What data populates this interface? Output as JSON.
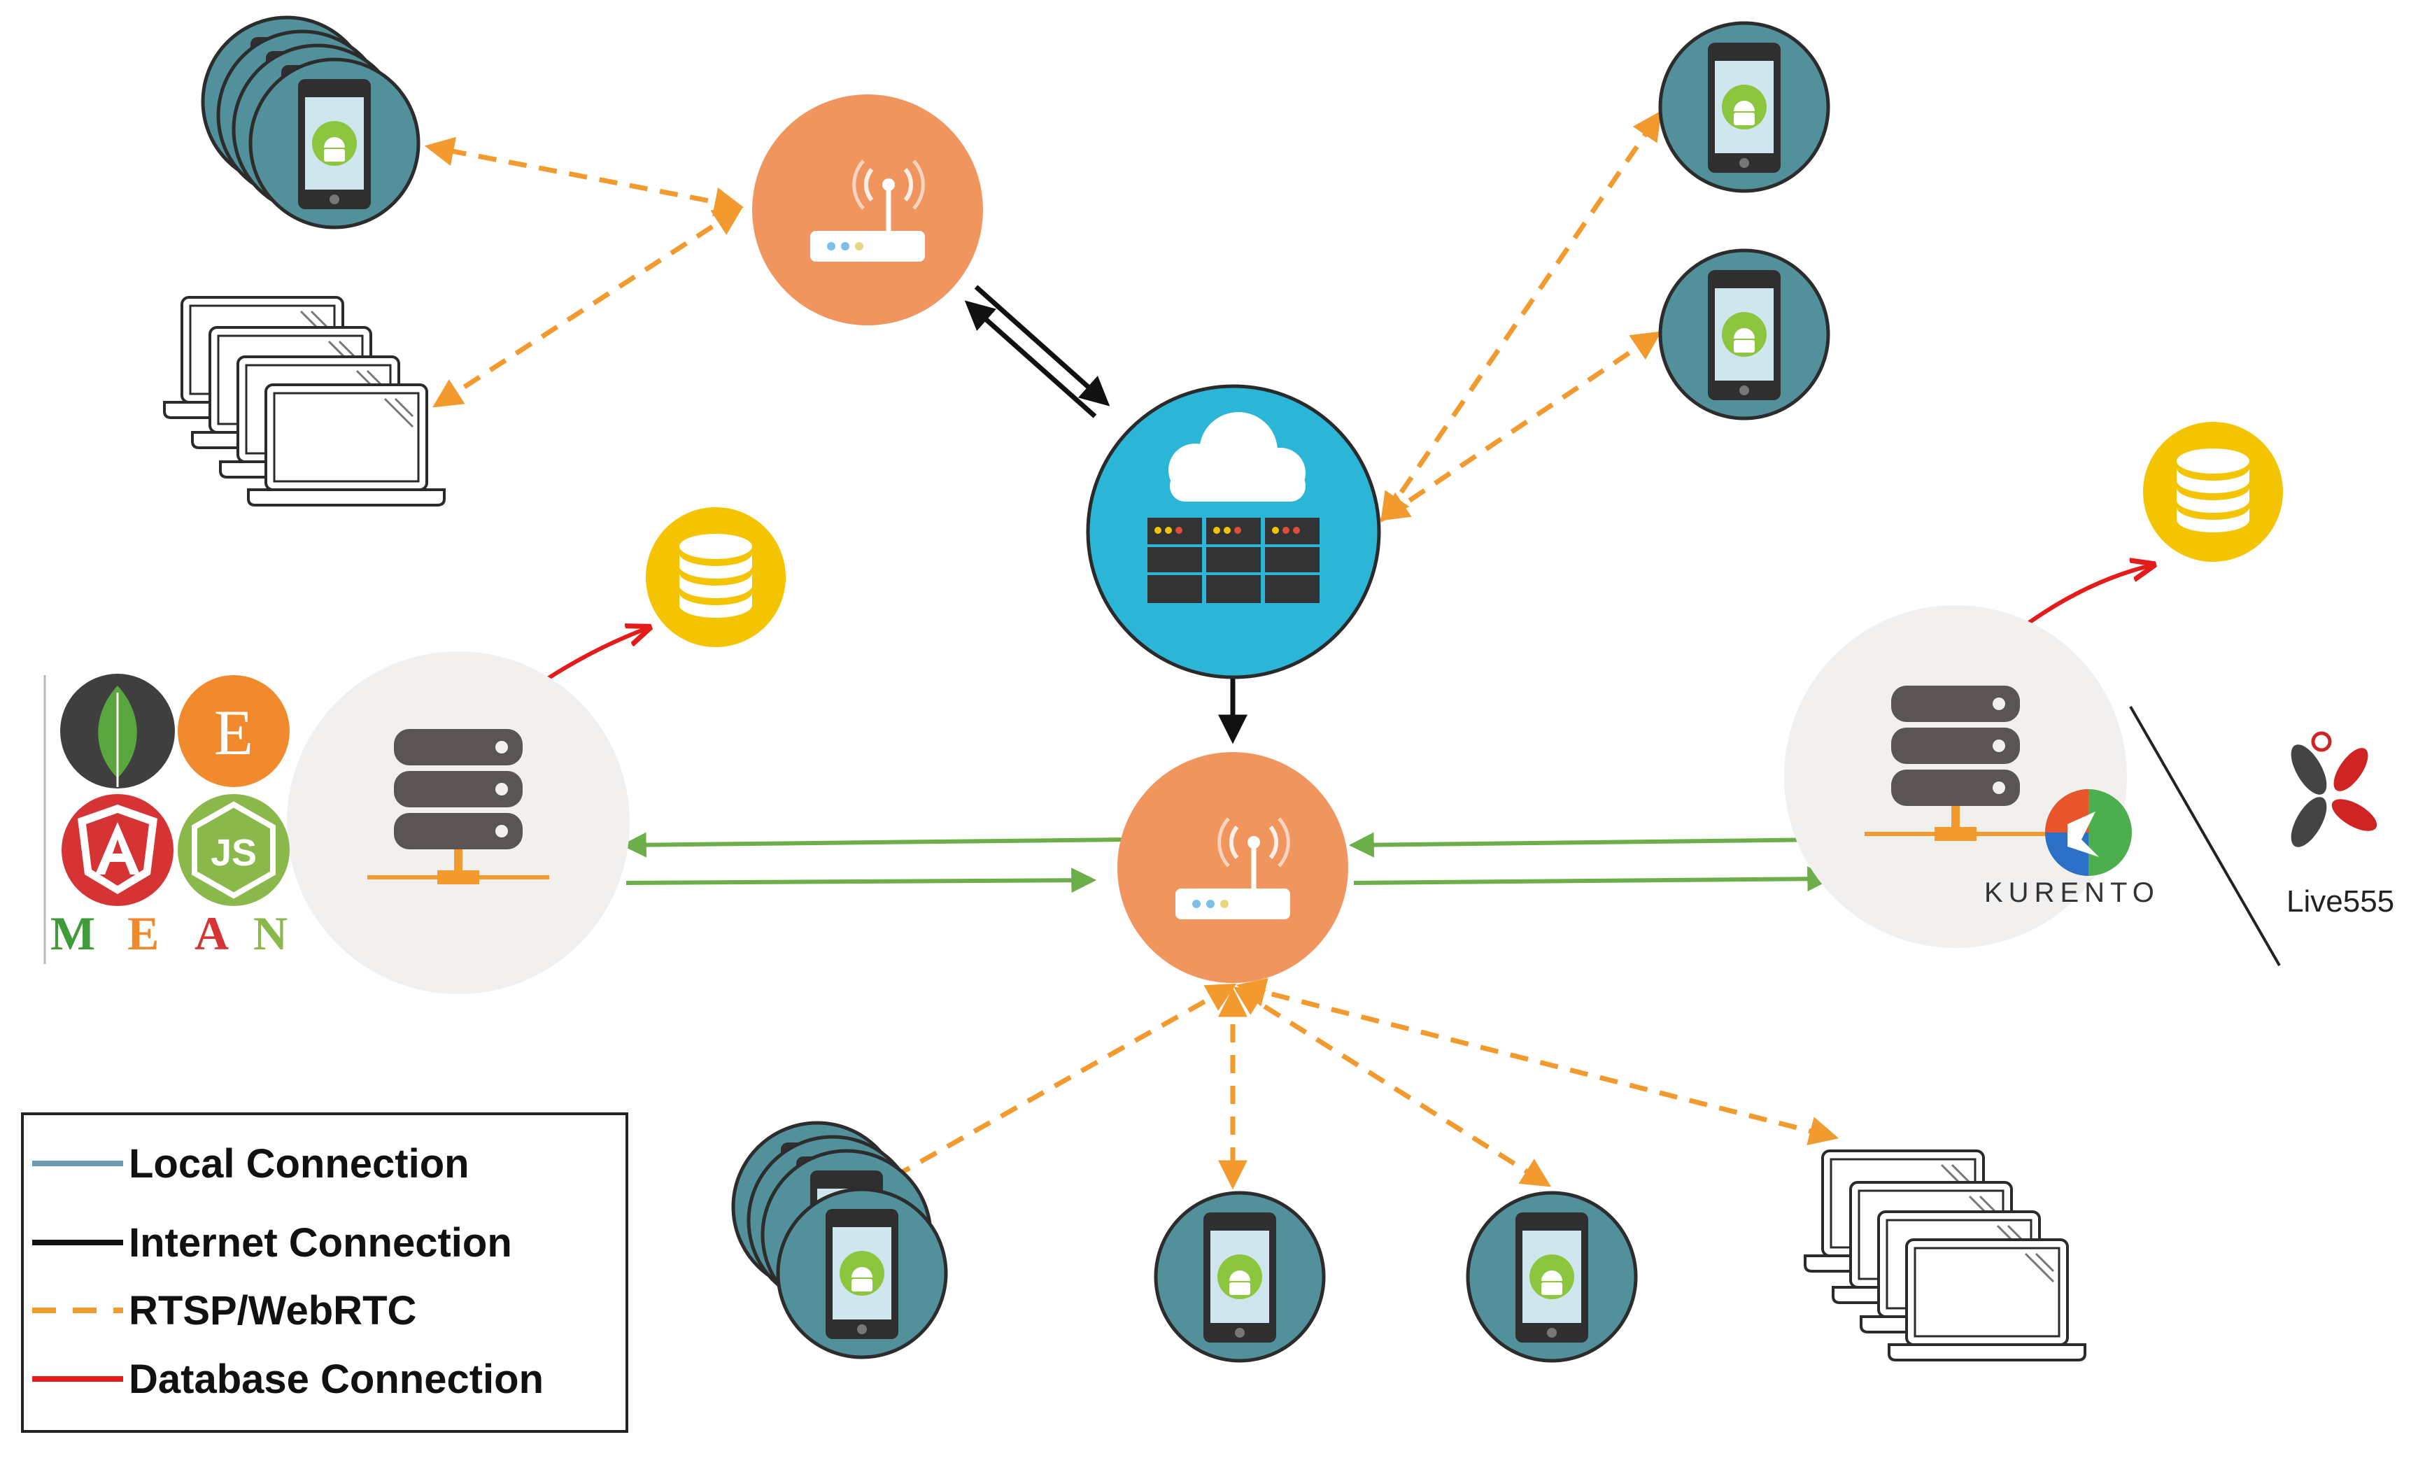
{
  "legend": {
    "items": [
      {
        "label": "Local Connection",
        "color": "#6a9bb0",
        "style": "solid"
      },
      {
        "label": "Internet Connection",
        "color": "#111111",
        "style": "solid"
      },
      {
        "label": "RTSP/WebRTC",
        "color": "#f29a2e",
        "style": "dashed"
      },
      {
        "label": "Database Connection",
        "color": "#e31b1b",
        "style": "solid"
      }
    ]
  },
  "mean_stack": {
    "letters": [
      "M",
      "E",
      "A",
      "N"
    ],
    "letter_colors": [
      "#3f9b3a",
      "#f08a2c",
      "#d63434",
      "#8bb84a"
    ],
    "express_letter": "E",
    "node_letters": "JS",
    "logos": [
      "mongodb-logo",
      "express-logo",
      "angular-logo",
      "nodejs-logo"
    ]
  },
  "kurento": {
    "label": "KURENTO"
  },
  "live555": {
    "label": "Live555"
  },
  "colors": {
    "router": "#f0955e",
    "cloud_server": "#2bb5d6",
    "device_circle": "#52909c",
    "database": "#f5c400",
    "server_circle": "#f2f0ef",
    "server_icon": "#5a5553",
    "rtsp": "#f29a2e",
    "local": "#6cae4a",
    "internet": "#111111",
    "db_link": "#e31b1b",
    "android": "#8cc63f"
  }
}
